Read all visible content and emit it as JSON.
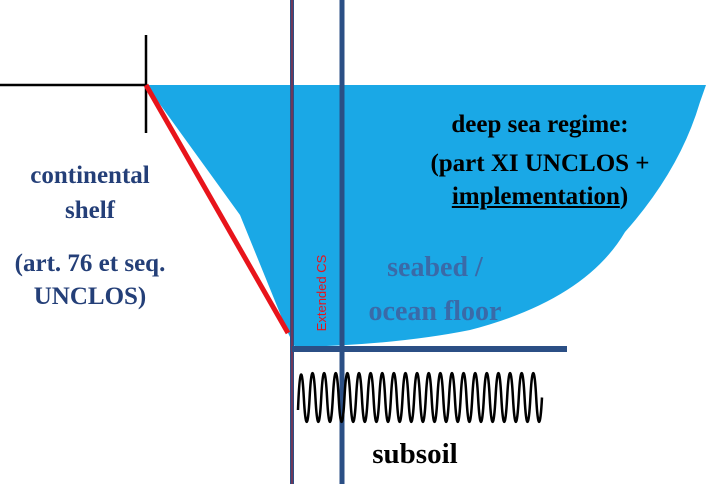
{
  "labels": {
    "continental_shelf_line1": "continental",
    "continental_shelf_line2": "shelf",
    "continental_shelf_ref_line1": "(art. 76 et seq.",
    "continental_shelf_ref_line2": "UNCLOS)",
    "deep_sea_line1": "deep sea regime:",
    "deep_sea_line2": "(part XI UNCLOS +",
    "deep_sea_line3_text": "implementation",
    "deep_sea_line3_suffix": ")",
    "seabed_line1": "seabed /",
    "seabed_line2": "ocean floor",
    "subsoil": "subsoil",
    "extended_cs": "Extended CS"
  },
  "colors": {
    "water": "#1aa8e6",
    "shelf_edge": "#e8141b",
    "boundary_lines": "#2b4f85",
    "navy_text": "#243f78",
    "seabed_text": "#3a6aa8",
    "black": "#000000",
    "extended_cs_text": "#e8141b"
  }
}
